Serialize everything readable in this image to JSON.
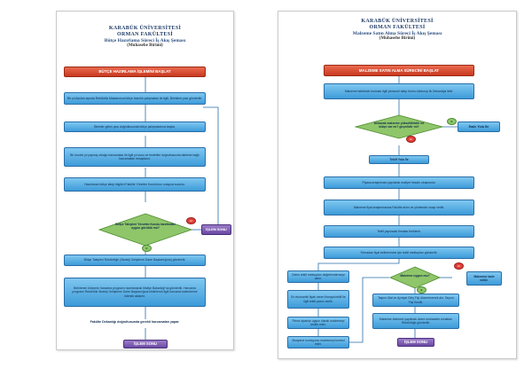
{
  "left": {
    "header": {
      "university": "KARABÜK ÜNİVERSİTESİ",
      "faculty": "ORMAN FAKÜLTESİ",
      "subtitle": "Bütçe Hazırlama Süreci İş Akış Şeması",
      "unit": "(Muhasebe Birimi)"
    },
    "start": "BÜTÇE HAZIRLAMA İŞLEMİNİ BAŞLAT",
    "steps": [
      "Bir yıl Ayrılan ayında Rektörlük Makamınca bütçe hazırlık çalışmaları ile ilgili, Birimlere yazı gönderilir.",
      "Birimler gelen yazı doğrultusunda bütçe çalışmalarına başlar.",
      "Bir önceki yıl yapmış olduğu harcamalar ile ilgili yıl sonu ve hedefleri doğrultusunda talebine bağlı harcamaları hesaplanır.",
      "Hazırlanan bütçe talep bilgileri Fakülte Yönetim Kurulu'nun onayına sunulur."
    ],
    "decision": "Bütçe Talepleri Yönetim Kurulu tarafından uygun görüldü mü?",
    "decision_yes": "E",
    "decision_no": "H",
    "end_side": "İŞLEM SONU",
    "steps_after": [
      "Bütçe Talepleri Rektörlüğe (Strateji Geliştirme Daire Başkanlığına) gönderilir.",
      "Belirlenen bütçenin harcama programı hazırlanarak Maliye Bakanlığı'na gönderilir. Harcama programı Rektörlük Strateji Geliştirme Daire Başkanlığına bildirilerek ilgili harcama kalemlerine ödenek aktarılır.",
      "Fakülte Dekanlığı doğrultusunda gerekli harcamaları yapar."
    ],
    "end": "İŞLEM SONU"
  },
  "right": {
    "header": {
      "university": "KARABÜK ÜNİVERSİTESİ",
      "faculty": "ORMAN FAKÜLTESİ",
      "subtitle": "Malzeme Satın Alma Süreci İş Akış Şeması",
      "unit": "(Muhasebe Birimi)"
    },
    "start": "MALZEME SATIN ALMA SÜRECİNİ BAŞLAT",
    "step1": "Malzeme talebinde bulunan ilgili personel talep formu doldurup ilk Dekanlığa iletir.",
    "decision1": "Alınacak malzeme yükseltilebilir mi bütçe var mı? geçerlidir mi?",
    "decision1_yes": "E",
    "decision1_no": "H",
    "decision1_side": "İhale Yolu İle",
    "step_direct": "Teklif Yolu İle",
    "steps": [
      "Piyasa araştırması yapılarak maliyet hesabı oluşturulur.",
      "Malzeme fiyat araştırmasına Fakülte alımı ve yöntemde onayı verilir.",
      "Teklif yapılacak firmalar belirlenir.",
      "Firmadan fiyat belirlenmesi için teklif mektupları gönderilir."
    ],
    "left_steps": [
      "Gelen teklif mektupları değerlendirmeye alınır.",
      "En ekonomik fiyatı veren firmaya teklif ile ilgili teklif yazısı verilir.",
      "Firma siparişe uygun olarak malzemeyi teslim eder.",
      "Muayene komisyonu malzemeyi kontrol eder."
    ],
    "decision2": "Malzeme uygun mu?",
    "decision2_yes": "E",
    "decision2_no": "H",
    "decision2_side": "Malzeme iade edilir.",
    "right_steps": [
      "Taşınır Mal ve Ayniyat Giriş Fişi düzenlenerek alır. Taşınır Fişi Kesilir.",
      "Malzeme ödemesi yapılmak üzere muhasebe evrakları Rektörlüğe gönderilir."
    ],
    "end": "İŞLEM SONU"
  }
}
